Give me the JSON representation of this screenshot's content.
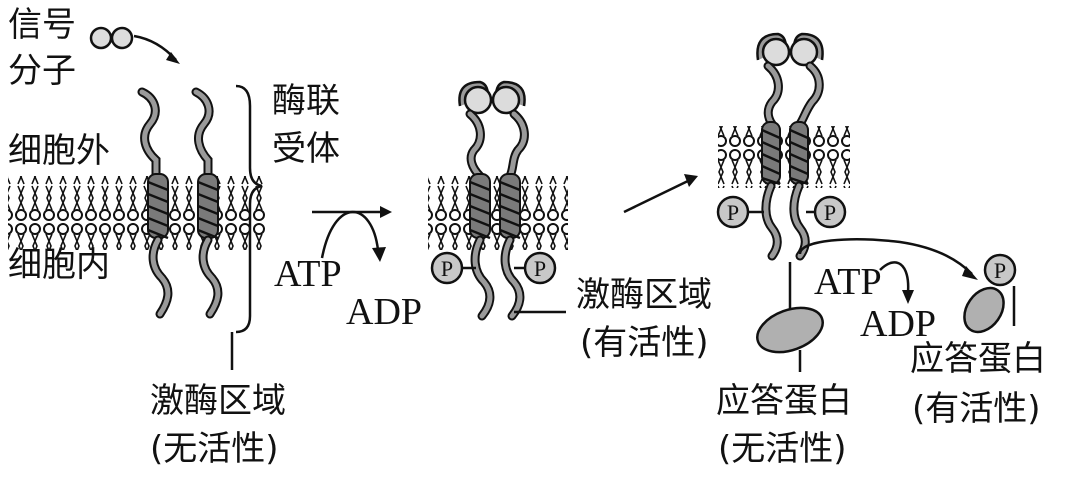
{
  "labels": {
    "signal_1": "信号",
    "signal_2": "分子",
    "extracellular": "细胞外",
    "intracellular": "细胞内",
    "receptor_1": "酶联",
    "receptor_2": "受体",
    "kinase_1": "激酶区域",
    "kinase_1_state": "(无活性)",
    "atp_1": "ATP",
    "adp_1": "ADP",
    "kinase_2": "激酶区域",
    "kinase_2_state": "(有活性)",
    "p_label": "P",
    "atp_2": "ATP",
    "adp_2": "ADP",
    "resp_1": "应答蛋白",
    "resp_1_state": "(无活性)",
    "resp_2": "应答蛋白",
    "resp_2_state": "(有活性)"
  },
  "colors": {
    "ink": "#111111",
    "protein_fill": "#b0b0b0",
    "ligand_fill": "#dcdcdc",
    "helix_fill": "#7a7a7a"
  }
}
